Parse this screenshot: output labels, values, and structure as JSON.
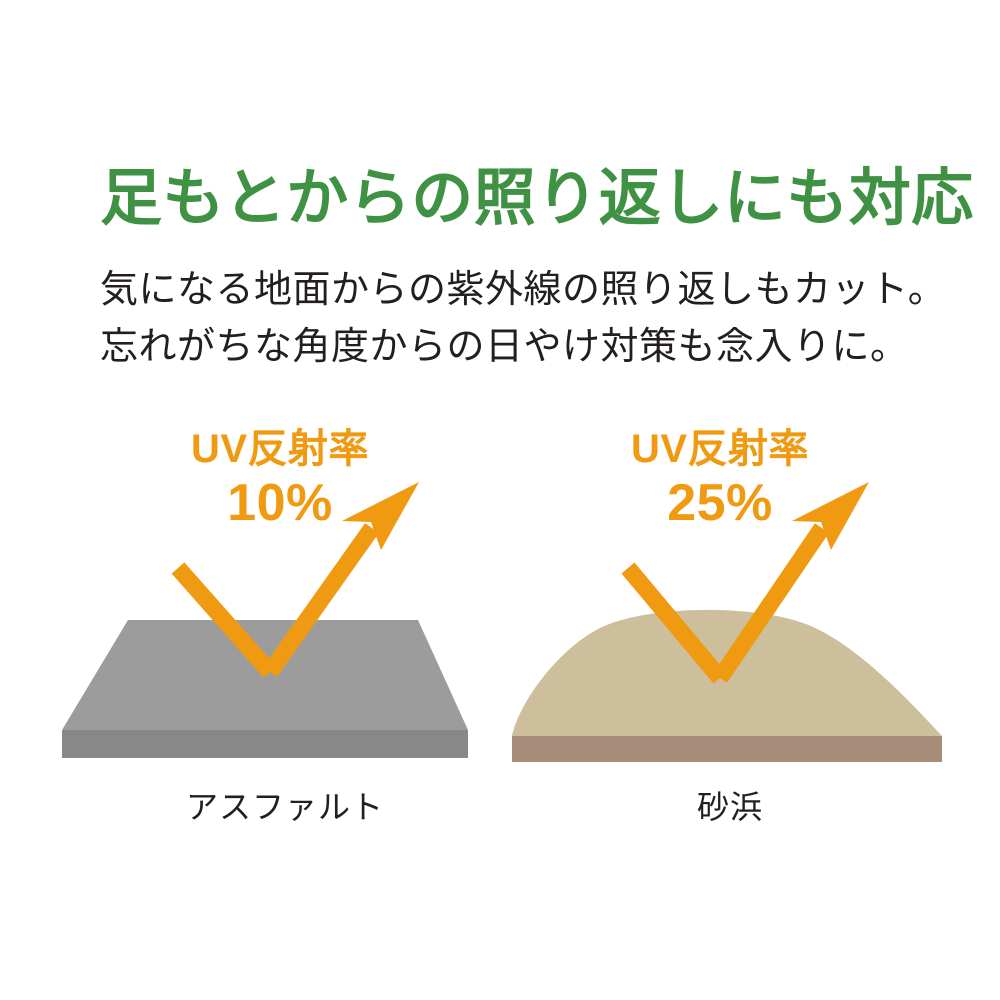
{
  "heading": {
    "text": "足もとからの照り返しにも対応",
    "color": "#3f9243"
  },
  "body": {
    "line1": "気になる地面からの紫外線の照り返しもカット。",
    "line2": "忘れがちな角度からの日やけ対策も念入りに。",
    "color": "#231f20"
  },
  "accent_color": "#f09a11",
  "panels": [
    {
      "id": "asphalt",
      "stat_title": "UV反射率",
      "stat_value": "10%",
      "caption": "アスファルト",
      "surface_top_color": "#9c9c9c",
      "surface_base_color": "#888888"
    },
    {
      "id": "sand",
      "stat_title": "UV反射率",
      "stat_value": "25%",
      "caption": "砂浜",
      "surface_top_color": "#cdbf9b",
      "surface_base_color": "#a68c79"
    }
  ],
  "chart_data": {
    "type": "bar",
    "title": "UV反射率",
    "categories": [
      "アスファルト",
      "砂浜"
    ],
    "values": [
      10,
      25
    ],
    "unit": "%",
    "xlabel": "",
    "ylabel": "UV反射率",
    "ylim": [
      0,
      100
    ]
  }
}
